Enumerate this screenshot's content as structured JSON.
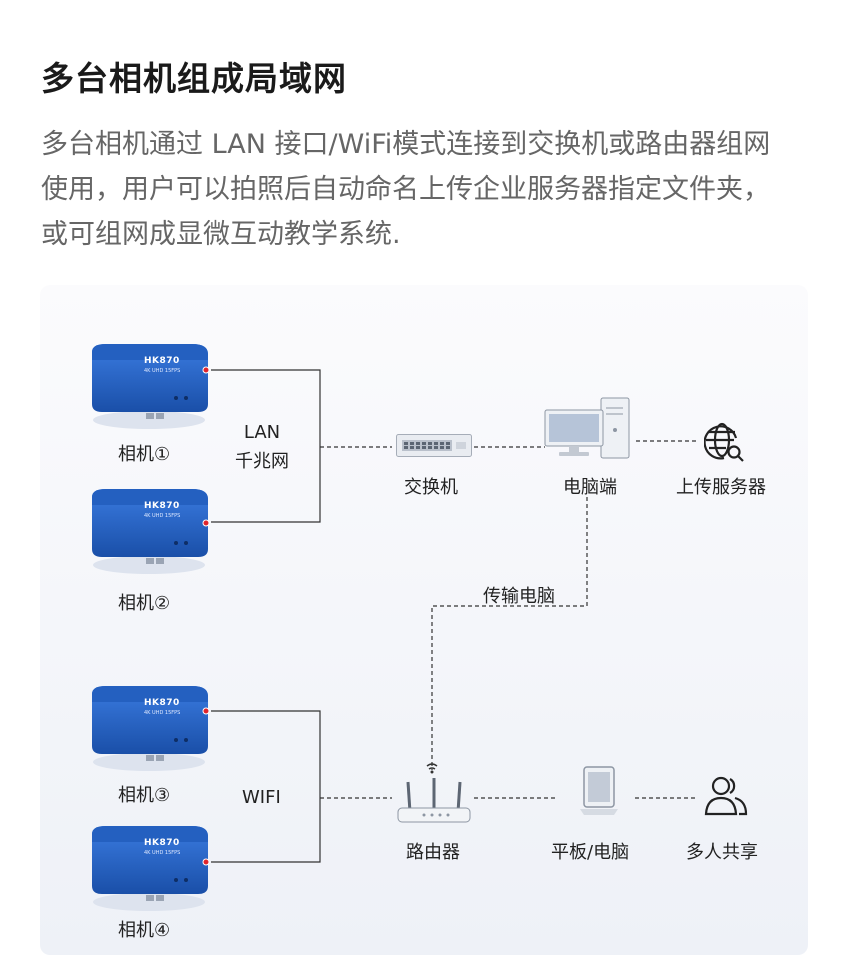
{
  "heading": "多台相机组成局域网",
  "description": "多台相机通过 LAN 接口/WiFi模式连接到交换机或路由器组网使用，用户可以拍照后自动命名上传企业服务器指定文件夹，或可组网成显微互动教学系统.",
  "camera_brand": "HK870",
  "camera_sub": "4K UHD 15FPS",
  "cameras": [
    {
      "label": "相机①"
    },
    {
      "label": "相机②"
    },
    {
      "label": "相机③"
    },
    {
      "label": "相机④"
    }
  ],
  "connections": {
    "lan": "LAN",
    "lan_sub": "千兆网",
    "wifi": "WIFI",
    "transfer": "传输电脑"
  },
  "devices": {
    "switch": "交换机",
    "pc": "电脑端",
    "upload": "上传服务器",
    "router": "路由器",
    "tablet": "平板/电脑",
    "share": "多人共享"
  },
  "colors": {
    "camera_blue": "#1f5fbf",
    "line": "#333333"
  }
}
